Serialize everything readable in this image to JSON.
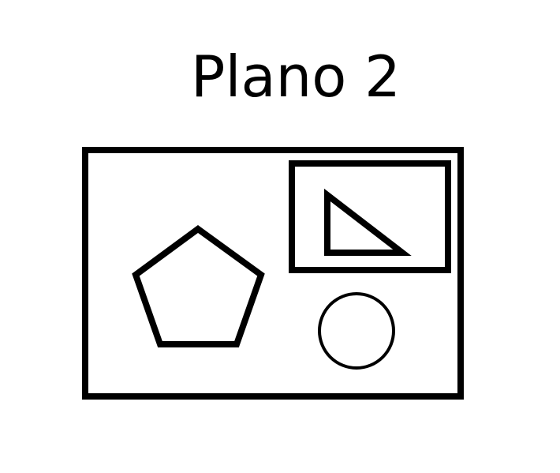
{
  "title": "Plano 2",
  "colors": {
    "stroke": "#000000",
    "background": "#ffffff"
  },
  "shapes": [
    {
      "id": "outer-frame",
      "kind": "rectangle"
    },
    {
      "id": "inner-frame",
      "kind": "rectangle"
    },
    {
      "id": "triangle",
      "kind": "right-triangle"
    },
    {
      "id": "pentagon",
      "kind": "pentagon"
    },
    {
      "id": "circle",
      "kind": "circle"
    }
  ]
}
